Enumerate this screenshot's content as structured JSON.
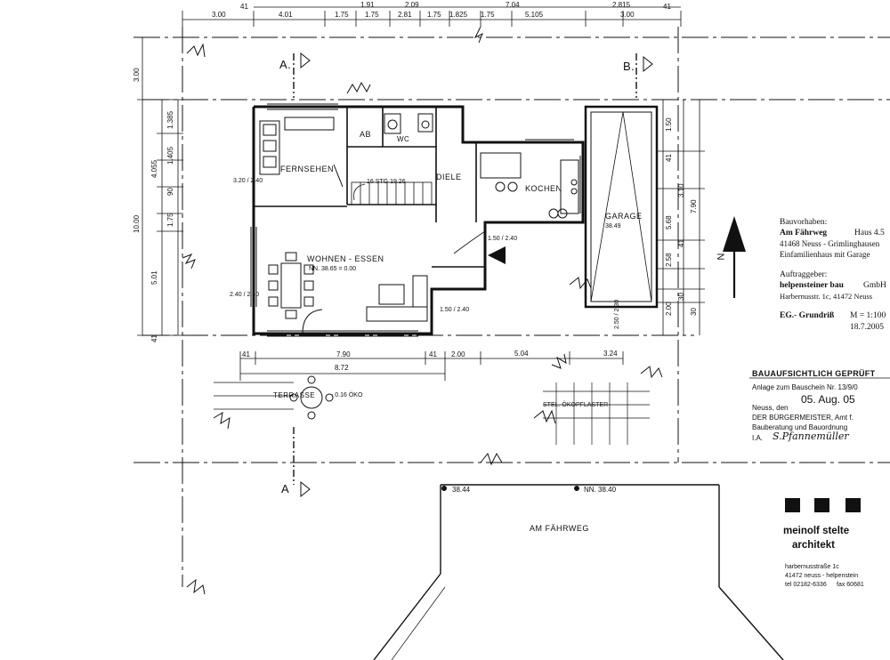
{
  "rooms": {
    "fernsehen": "FERNSEHEN",
    "ab": "AB",
    "wc": "WC",
    "diele": "DIELE",
    "stairs": "16 STG 19.26",
    "kochen": "KOCHEN",
    "wohnen": "WOHNEN - ESSEN",
    "wohnen_level": "NN. 38.65 = 0.00",
    "garage": "GARAGE",
    "garage_level": "38.49",
    "terrasse": "TERRASSE",
    "terrasse_level": "- 0.16  ÖKO",
    "strasse": "AM FÄHRWEG",
    "pflaster": "STEL.  ÖKOPFLASTER",
    "level_left": "38.44",
    "level_right": "NN. 38.40"
  },
  "sections": {
    "a_top": "A.",
    "b_top": "B.",
    "a_bottom": "A"
  },
  "dims_top": [
    "3.00",
    "4.01",
    "1.75",
    "1.91",
    "1.75",
    "2.09",
    "2.81",
    "1.75",
    "1.825",
    "1.75",
    "5.105",
    "7.04",
    "2.815",
    "3.00",
    "41",
    "41"
  ],
  "dims_left": [
    "3.00",
    "10.00",
    "5.01",
    "1.75",
    "4.055",
    "1.385",
    "1.405",
    "90",
    "41"
  ],
  "dims_right": [
    "1.50",
    "3.10",
    "5.68",
    "2.58",
    "7.90",
    "2.00",
    "30",
    "41",
    "41",
    "30"
  ],
  "dims_bottom": [
    "41",
    "7.90",
    "41",
    "2.00",
    "8.72",
    "5.04",
    "3.24"
  ],
  "openings": [
    "3.20 / 2.40",
    "2.40 / 2.40",
    "1.50 / 2.40",
    "1.50 / 2.40",
    "2.50 / 2.30"
  ],
  "north": "N",
  "title_block": {
    "bauvorhaben_label": "Bauvorhaben:",
    "project": "Am Fährweg",
    "haus": "Haus 4.5",
    "place": "41468 Neuss - Grimlinghausen",
    "type": "Einfamilienhaus mit Garage",
    "auftraggeber_label": "Auftraggeber:",
    "client": "helpensteiner bau",
    "client_form": "GmbH",
    "client_street": "Harbernusstr. 1c, 41472 Neuss",
    "drawing": "EG.- Grundriß",
    "scale": "M = 1:100",
    "date": "18.7.2005"
  },
  "stamp": {
    "title": "BAUAUFSICHTLICH GEPRÜFT",
    "line1": "Anlage zum Bauschein Nr. 13/9/0",
    "date": "05. Aug. 05",
    "line2": "Neuss, den",
    "line3": "DER BÜRGERMEISTER, Amt f.",
    "line4": "Bauberatung und Bauordnung",
    "line5": "I.A.",
    "signature": "S.Pfannemüller"
  },
  "architect": {
    "name": "meinolf stelte",
    "role": "architekt",
    "street": "harbernusstraße 1c",
    "city": "41472 neuss - helpenstein",
    "tel": "tel 02182-6336",
    "fax": "fax 60681"
  }
}
